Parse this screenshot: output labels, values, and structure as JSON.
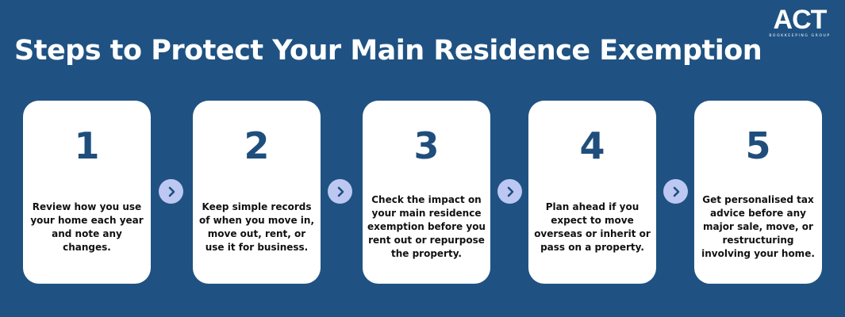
{
  "title": "Steps to Protect Your Main Residence Exemption",
  "logo": {
    "main": "ACT",
    "sub": "BOOKKEEPING GROUP"
  },
  "steps": [
    {
      "number": "1",
      "text": "Review how you use your home each year and note any changes."
    },
    {
      "number": "2",
      "text": "Keep simple records of when you move in, move out, rent, or use it for business."
    },
    {
      "number": "3",
      "text": "Check the impact on your main residence exemption before you rent out or repurpose the property."
    },
    {
      "number": "4",
      "text": "Plan ahead if you expect to move overseas or inherit or pass on a property."
    },
    {
      "number": "5",
      "text": "Get personalised tax advice before any major sale, move, or restructuring involving your home."
    }
  ],
  "colors": {
    "background": "#1f5282",
    "number": "#1f4e7c",
    "arrow_bg": "#bcc8f2"
  }
}
